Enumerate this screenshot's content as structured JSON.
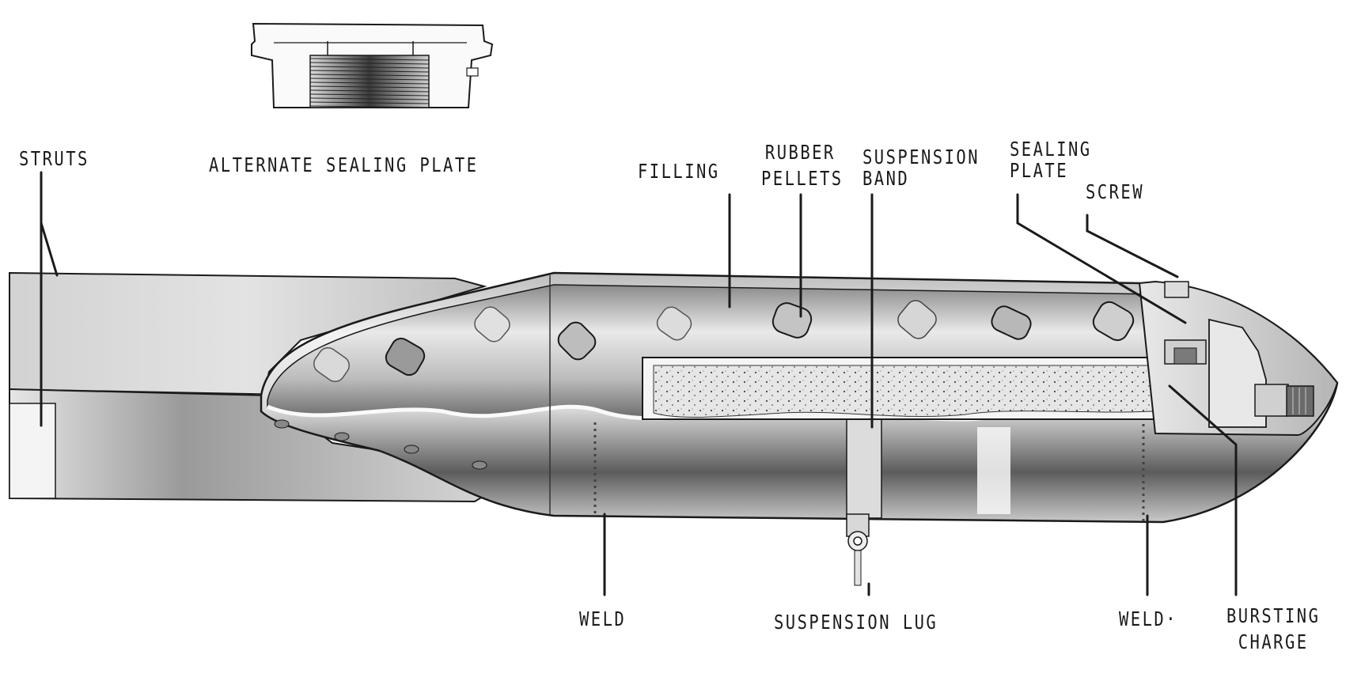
{
  "labels": {
    "struts": "STRUTS",
    "alternate_sealing_plate": "ALTERNATE SEALING PLATE",
    "filling": "FILLING",
    "rubber_pellets": [
      "RUBBER",
      "PELLETS"
    ],
    "suspension_band": [
      "SUSPENSION",
      "BAND"
    ],
    "sealing_plate": [
      "SEALING",
      "PLATE"
    ],
    "screw": "SCREW",
    "weld_left": "WELD",
    "suspension_lug": "SUSPENSION LUG",
    "weld_right": "WELD·",
    "bursting_charge": [
      "BURSTING",
      "CHARGE"
    ]
  },
  "colors": {
    "ink": "#1a1a1a",
    "metal_light": "#f2f2f2",
    "metal_mid": "#c8c8c8",
    "metal_dark": "#6e6e6e",
    "filling": "#e4e4e4"
  }
}
